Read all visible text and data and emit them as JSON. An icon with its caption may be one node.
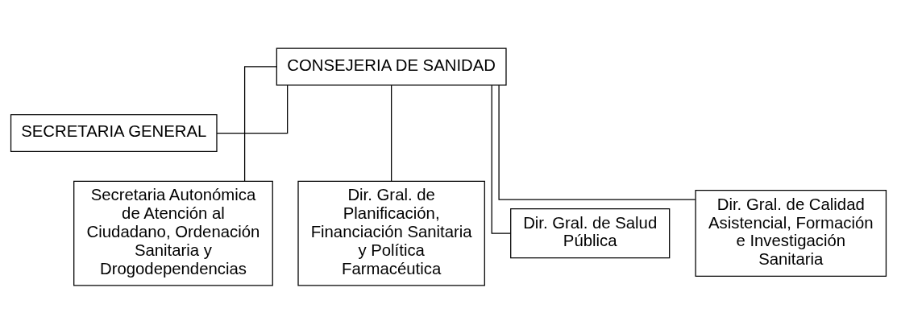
{
  "diagram": {
    "nodes": [
      {
        "text": [
          "CONSEJERIA DE SANIDAD"
        ]
      },
      {
        "text": [
          "SECRETARIA GENERAL"
        ]
      },
      {
        "text": [
          "Secretaria Autonómica de Atención al Ciudadano, Ordenación Sanitaria y Drogodependencias"
        ]
      },
      {
        "text": [
          "Dir. Gral. de Planificación, Financiación Sanitaria y Política Farmacéutica"
        ]
      },
      {
        "text": [
          "Dir. Gral. de Salud Pública"
        ]
      },
      {
        "text": [
          "Dir. Gral. de Calidad Asistencial, Formación e Investigación Sanitaria"
        ]
      }
    ],
    "edges": [
      {
        "from": 0,
        "to": 1,
        "arrow": "none"
      },
      {
        "from": 0,
        "to": 2,
        "arrow": "none"
      },
      {
        "from": 0,
        "to": 3,
        "arrow": "none"
      },
      {
        "from": 0,
        "to": 4,
        "arrow": "none"
      },
      {
        "from": 0,
        "to": 5,
        "arrow": "none"
      }
    ]
  }
}
